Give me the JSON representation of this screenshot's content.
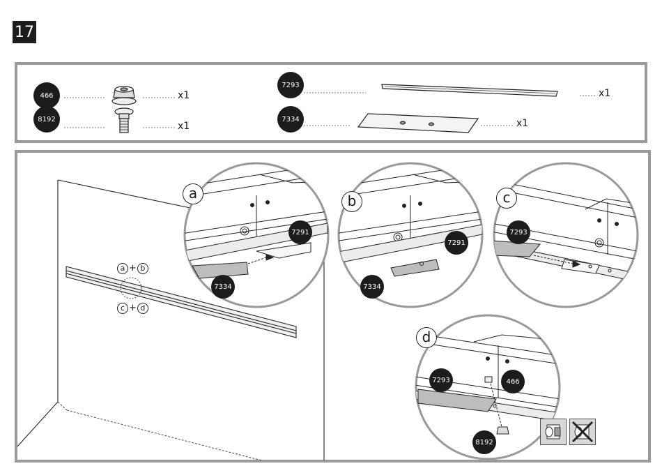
{
  "step_number": "17",
  "parts": [
    {
      "id": "466",
      "qty": "x1",
      "icon": "flange-nut-icon"
    },
    {
      "id": "8192",
      "qty": "x1",
      "icon": "square-neck-bolt-icon"
    },
    {
      "id": "7293",
      "qty": "x1",
      "icon": "long-rail-icon"
    },
    {
      "id": "7334",
      "qty": "x1",
      "icon": "connector-plate-icon"
    }
  ],
  "details": [
    {
      "letter": "a",
      "labels": [
        "7291",
        "7334"
      ]
    },
    {
      "letter": "b",
      "labels": [
        "7291",
        "7334"
      ]
    },
    {
      "letter": "c",
      "labels": [
        "7293"
      ]
    },
    {
      "letter": "d",
      "labels": [
        "7293",
        "466",
        "8192"
      ]
    }
  ],
  "overview_labels": {
    "top": {
      "first": "a",
      "plus": "+",
      "second": "b"
    },
    "bottom": {
      "first": "c",
      "plus": "+",
      "second": "d"
    }
  },
  "icons": {
    "correct": "correct-assembly-icon",
    "wrong": "incorrect-assembly-icon"
  }
}
